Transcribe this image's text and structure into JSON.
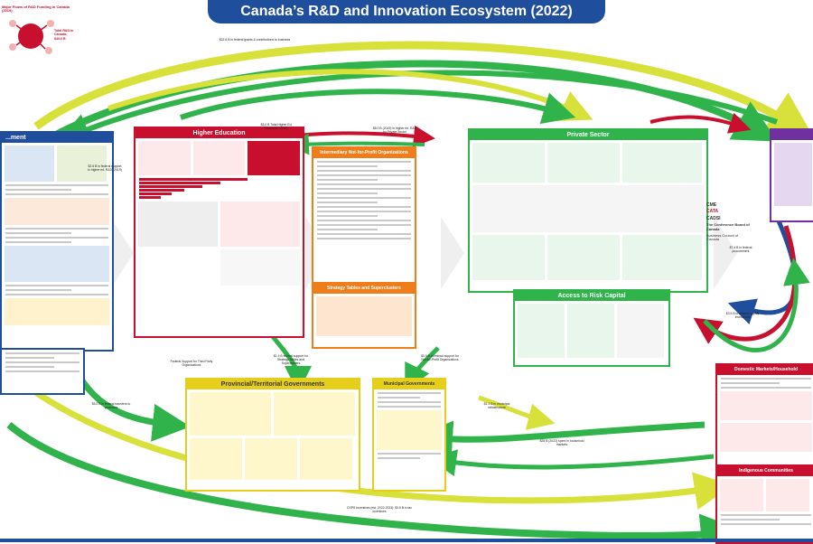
{
  "title": "Canada’s R&D and Innovation Ecosystem (2022)",
  "sections": {
    "government": "...ment",
    "higher_education": "Higher Education",
    "intermediary": "Intermediary Not-for-Profit Organizations",
    "strategy": "Strategy Tables and Superclusters",
    "private_sector": "Private Sector",
    "access_to_risk_capital": "Access to Risk Capital",
    "provincial": "Provincial/Territorial Governments",
    "municipal": "Municipal Governments",
    "domestic_markets": "Domestic Markets/Household",
    "indigenous": "Indigenous Communities"
  },
  "top_left": {
    "heading": "Major Flows of R&D Funding in Canada (2019)",
    "total_label": "Total R&D in Canada: $40.6 B"
  },
  "stakeholders": [
    "CME",
    "CATA",
    "CADSI",
    "The Conference Board of Canada",
    "Business Council of Canada"
  ],
  "notes": {
    "n1": "$2.6 B in federal support to higher ed. R&D (2019)",
    "n2": "$3.0 B Total Higher Ed. Research (2020)",
    "n3": "$8.0 B (2019) in higher ed. R&D by Private Sector",
    "n4": "$1.4 B federal support for Strategy Tables and Superclusters",
    "n5": "$0.9 B in federal support for Not-for-Profit Organizations",
    "n6": "Federal Support for Third Party Organizations",
    "n7": "$5.2 B in federal transfers to provinces",
    "n8": "$1.1 B in municipal infrastructure",
    "n9": "$28 B (2022) spent in household markets",
    "n10": "$3.5 B in venture capital investment",
    "n11": "$7.4 B in federal procurement",
    "n12": "$22.6 B in federal grants & contributions to business",
    "n13": "CSPS Incentives (est. 2022-2023): $3.5 B in tax incentives"
  }
}
